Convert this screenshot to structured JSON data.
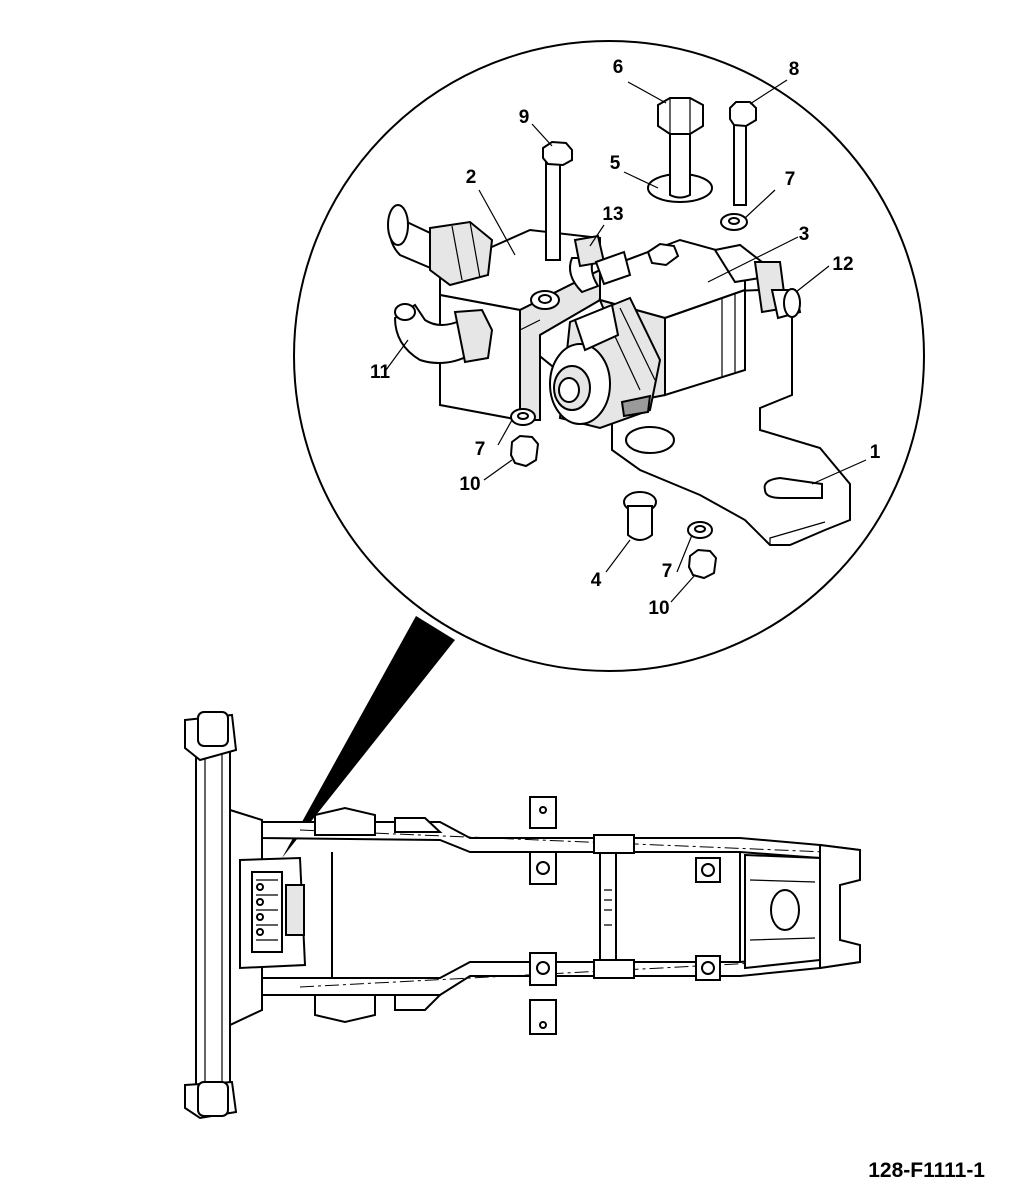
{
  "figure_id": "128-F1111-1",
  "callouts": [
    {
      "id": "1",
      "label": "1"
    },
    {
      "id": "2",
      "label": "2"
    },
    {
      "id": "3",
      "label": "3"
    },
    {
      "id": "4",
      "label": "4"
    },
    {
      "id": "5",
      "label": "5"
    },
    {
      "id": "6",
      "label": "6"
    },
    {
      "id": "7a",
      "label": "7"
    },
    {
      "id": "7b",
      "label": "7"
    },
    {
      "id": "7c",
      "label": "7"
    },
    {
      "id": "8",
      "label": "8"
    },
    {
      "id": "9",
      "label": "9"
    },
    {
      "id": "10a",
      "label": "10"
    },
    {
      "id": "10b",
      "label": "10"
    },
    {
      "id": "11",
      "label": "11"
    },
    {
      "id": "12",
      "label": "12"
    },
    {
      "id": "13",
      "label": "13"
    }
  ]
}
